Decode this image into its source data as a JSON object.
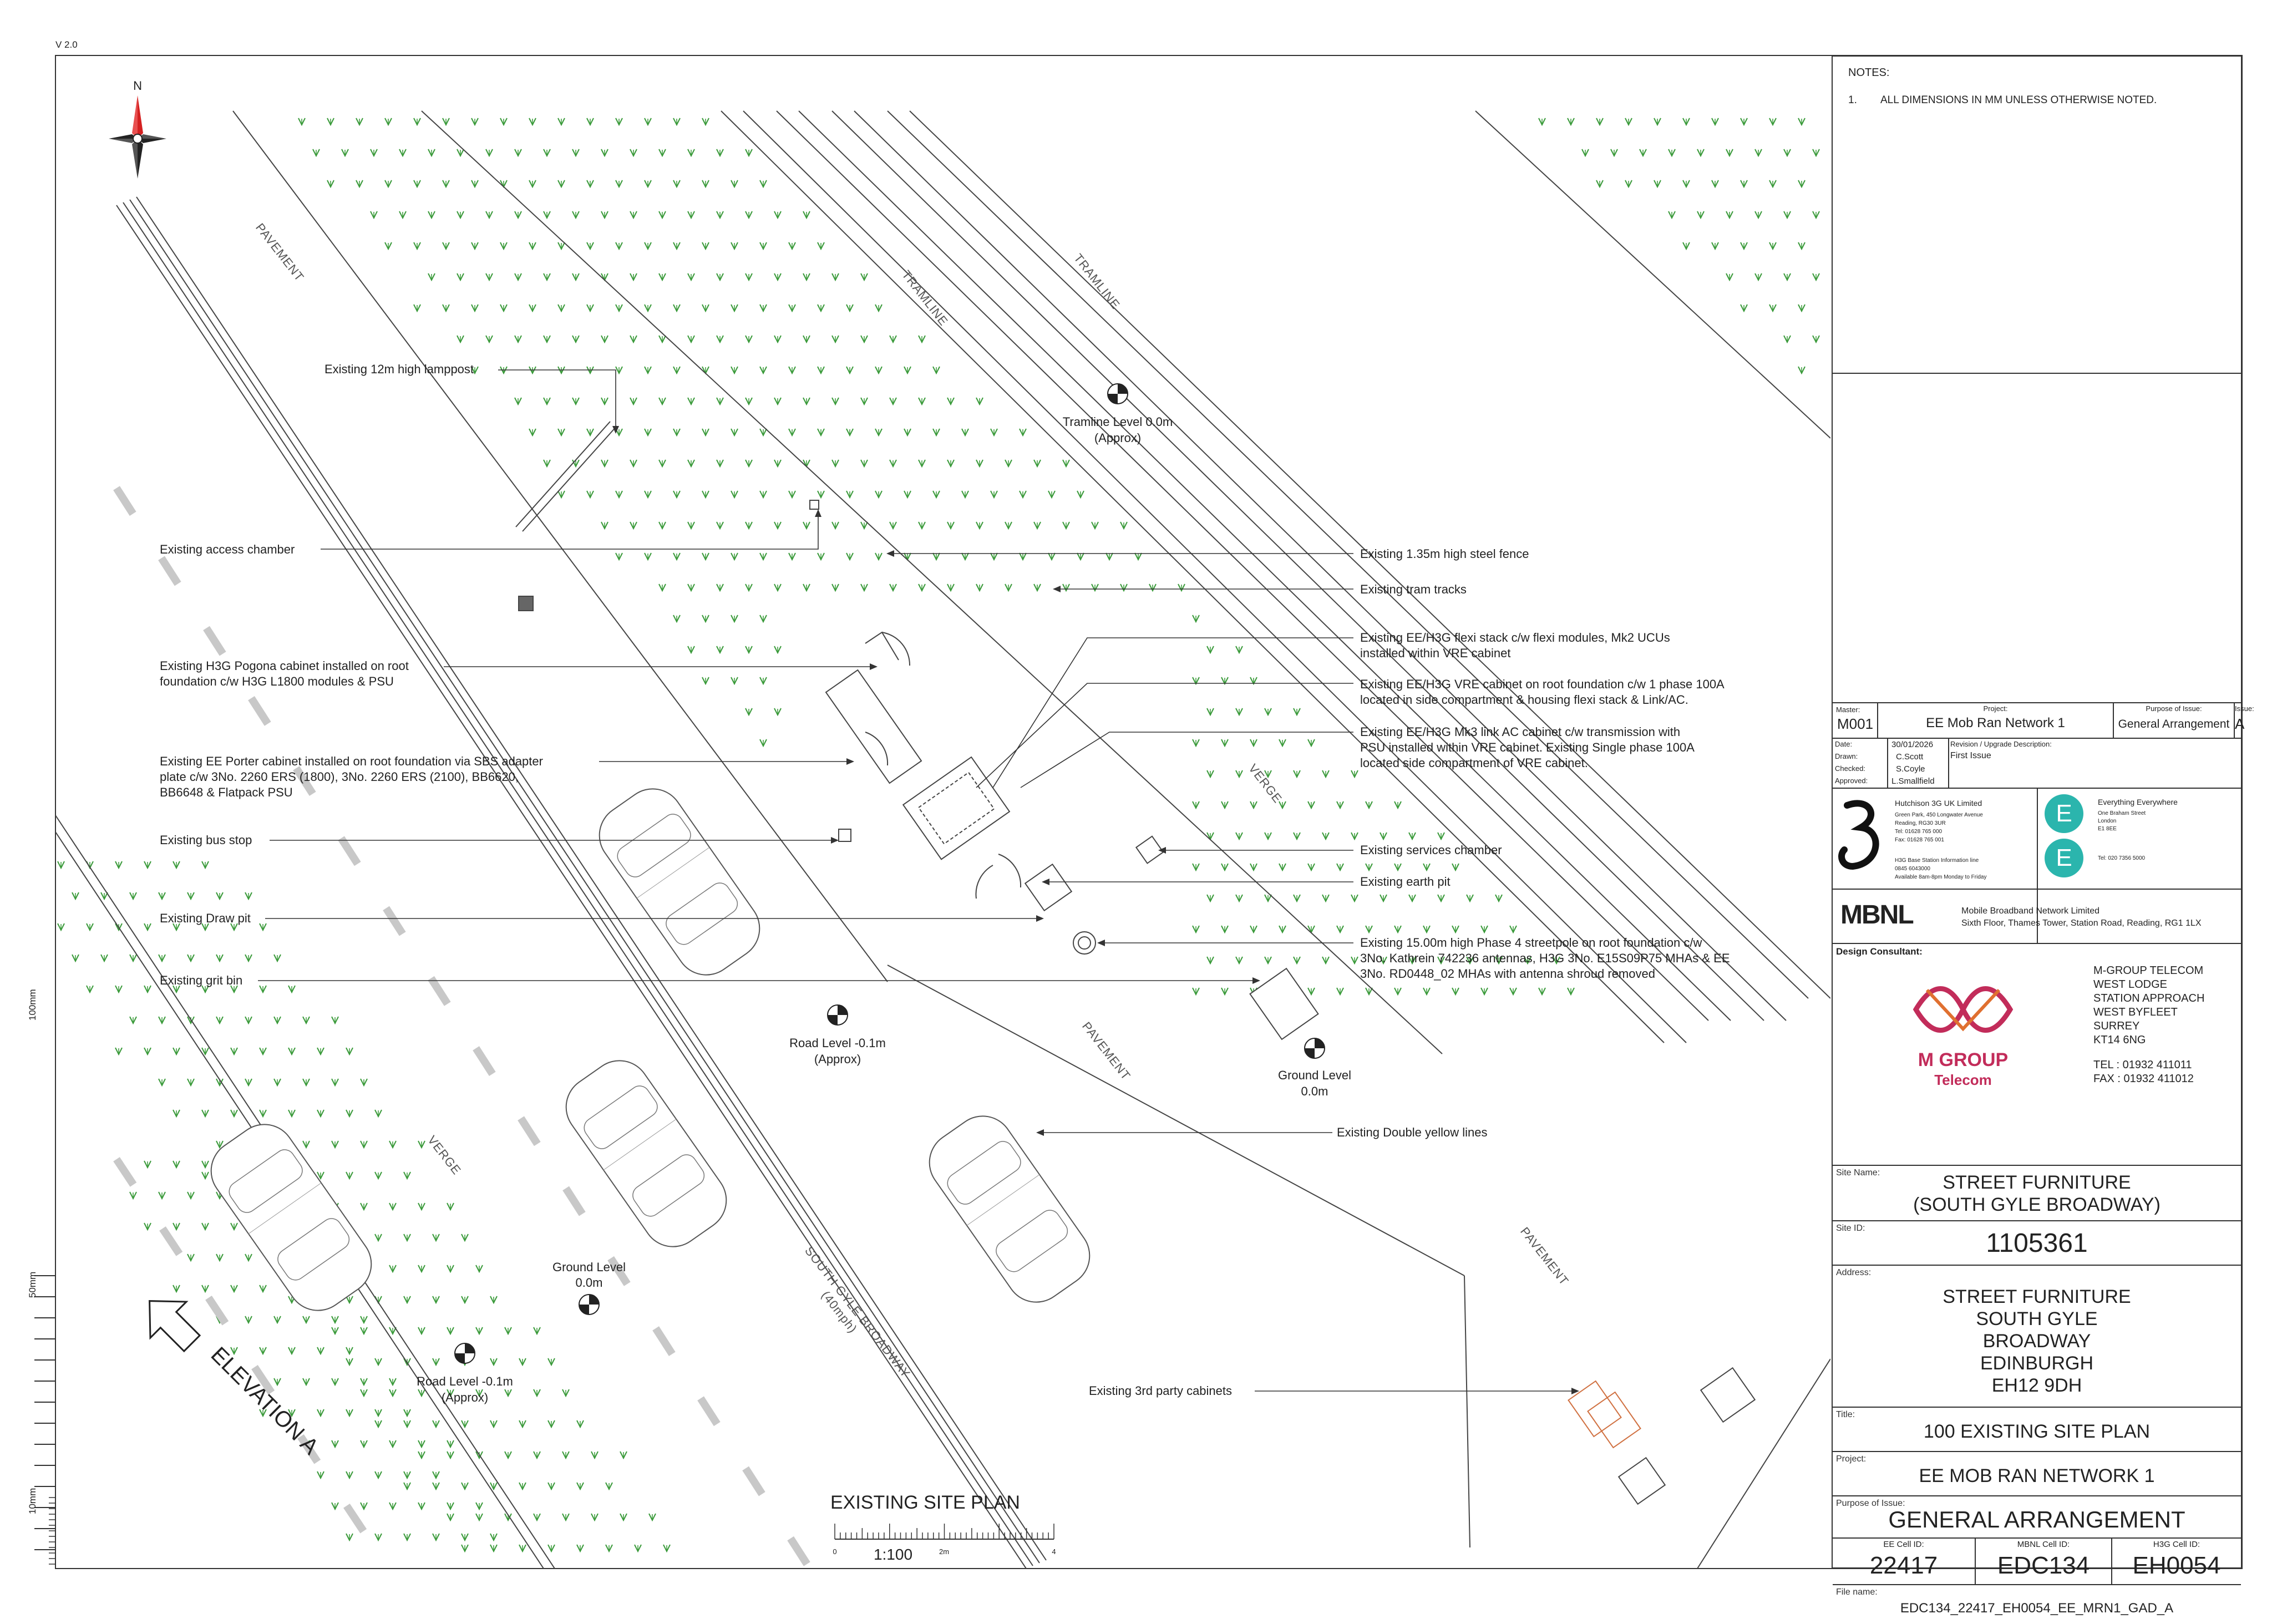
{
  "version": "V 2.0",
  "north": "N",
  "ruler_labels": [
    "100mm",
    "50mm",
    "10mm"
  ],
  "scale_bar": {
    "title": "EXISTING SITE PLAN",
    "ratio": "1:100",
    "ticks": [
      "0",
      "2m",
      "4"
    ]
  },
  "elevation": "ELEVATION A",
  "road_labels": {
    "pavement": "PAVEMENT",
    "tramline": "TRAMLINE",
    "verge": "VERGE",
    "road_name": "SOUTH GYLE BROADWAY",
    "road_speed": "(40mph)"
  },
  "levels": [
    {
      "line1": "Tramline Level 0.0m",
      "line2": "(Approx)"
    },
    {
      "line1": "Road Level -0.1m",
      "line2": "(Approx)"
    },
    {
      "line1": "Ground Level",
      "line2": "0.0m"
    },
    {
      "line1": "Ground Level",
      "line2": "0.0m"
    },
    {
      "line1": "Road Level -0.1m",
      "line2": "(Approx)"
    }
  ],
  "callouts_left": [
    {
      "lines": [
        "Existing 12m high lamppost"
      ]
    },
    {
      "lines": [
        "Existing access chamber"
      ]
    },
    {
      "lines": [
        "Existing H3G Pogona cabinet installed on root",
        "foundation c/w H3G L1800 modules & PSU"
      ]
    },
    {
      "lines": [
        "Existing EE Porter cabinet installed on root foundation via SBS adapter",
        "plate c/w 3No. 2260 ERS (1800), 3No. 2260 ERS (2100), BB6620,",
        "BB6648 & Flatpack PSU"
      ]
    },
    {
      "lines": [
        "Existing bus stop"
      ]
    },
    {
      "lines": [
        "Existing Draw pit"
      ]
    },
    {
      "lines": [
        "Existing grit bin"
      ]
    }
  ],
  "callouts_right": [
    {
      "lines": [
        "Existing 1.35m high steel fence"
      ]
    },
    {
      "lines": [
        "Existing tram tracks"
      ]
    },
    {
      "lines": [
        "Existing EE/H3G flexi stack c/w flexi modules, Mk2 UCUs",
        "installed within VRE cabinet"
      ]
    },
    {
      "lines": [
        "Existing EE/H3G VRE cabinet on root foundation c/w 1 phase 100A",
        "located in side compartment & housing flexi stack & Link/AC."
      ]
    },
    {
      "lines": [
        "Existing EE/H3G Mk3 link AC cabinet c/w transmission with",
        "PSU installed within VRE cabinet. Existing Single phase 100A",
        "located side compartment of VRE cabinet."
      ]
    },
    {
      "lines": [
        "Existing services chamber"
      ]
    },
    {
      "lines": [
        "Existing earth pit"
      ]
    },
    {
      "lines": [
        "Existing 15.00m high Phase 4 streetpole on root foundation c/w",
        "3No. Kathrein 742236 antennas, H3G 3No. E15S09P75 MHAs & EE",
        "3No. RD0448_02 MHAs with antenna shroud removed"
      ]
    },
    {
      "lines": [
        "Existing Double yellow lines"
      ]
    },
    {
      "lines": [
        "Existing 3rd party cabinets"
      ]
    }
  ],
  "notes": {
    "heading": "NOTES:",
    "items": [
      {
        "num": "1.",
        "text": "ALL DIMENSIONS IN MM UNLESS OTHERWISE NOTED."
      }
    ]
  },
  "title_block": {
    "master_cap": "Master:",
    "master": "M001",
    "project_cap": "Project:",
    "project": "EE Mob Ran Network 1",
    "purpose_cap": "Purpose of Issue:",
    "purpose": "General Arrangement",
    "issue_cap": "Issue:",
    "issue": "A",
    "date_cap": "Date:",
    "date": "30/01/2026",
    "drawn_cap": "Drawn:",
    "drawn": "C.Scott",
    "checked_cap": "Checked:",
    "checked": "S.Coyle",
    "approved_cap": "Approved:",
    "approved": "L.Smallfield",
    "revision_cap": "Revision / Upgrade Description:",
    "revision": "First Issue",
    "h3g": {
      "name": "Hutchison 3G UK Limited",
      "addr": [
        "Green Park, 450 Longwater Avenue",
        "Reading, RG30 3UR",
        "Tel: 01628 765 000",
        "Fax: 01628 765 001"
      ],
      "base_line": [
        "H3G Base Station Information line",
        "0845 6043000",
        "Available 8am-8pm Monday to Friday"
      ]
    },
    "ee": {
      "name": "Everything Everywhere",
      "addr": [
        "One Braham Street",
        "London",
        "E1 8EE"
      ],
      "tel": "Tel: 020 7356 5000"
    },
    "mbnl": {
      "logo": "MBNL",
      "line1": "Mobile Broadband Network Limited",
      "line2": "Sixth Floor, Thames Tower,  Station Road, Reading, RG1 1LX"
    },
    "consultant_cap": "Design Consultant:",
    "consultant_logo1": "M GROUP",
    "consultant_logo2": "Telecom",
    "consultant_addr": [
      "M-GROUP TELECOM",
      "WEST LODGE",
      "STATION APPROACH",
      "WEST BYFLEET",
      "SURREY",
      "KT14 6NG"
    ],
    "consultant_tel": "TEL : 01932 411011",
    "consultant_fax": "FAX : 01932 411012",
    "site_name_cap": "Site Name:",
    "site_name": [
      "STREET FURNITURE",
      "(SOUTH GYLE BROADWAY)"
    ],
    "site_id_cap": "Site ID:",
    "site_id": "1105361",
    "address_cap": "Address:",
    "address": [
      "STREET FURNITURE",
      "SOUTH GYLE",
      "BROADWAY",
      "EDINBURGH",
      "EH12 9DH"
    ],
    "title_cap": "Title:",
    "title": "100 EXISTING SITE PLAN",
    "project2_cap": "Project:",
    "project2": "EE MOB RAN NETWORK 1",
    "purpose2_cap": "Purpose of Issue:",
    "purpose2": "GENERAL ARRANGEMENT",
    "ee_cell_cap": "EE Cell ID:",
    "ee_cell": "22417",
    "mbnl_cell_cap": "MBNL Cell ID:",
    "mbnl_cell": "EDC134",
    "h3g_cell_cap": "H3G Cell ID:",
    "h3g_cell": "EH0054",
    "file_cap": "File name:",
    "file": "EDC134_22417_EH0054_EE_MRN1_GAD_A"
  },
  "colors": {
    "line": "#333333",
    "grass": "#3a9a3a",
    "north_red": "#d42020",
    "logo_ee": "#2bb5ad",
    "logo_mgroup": "#c22c5a"
  }
}
